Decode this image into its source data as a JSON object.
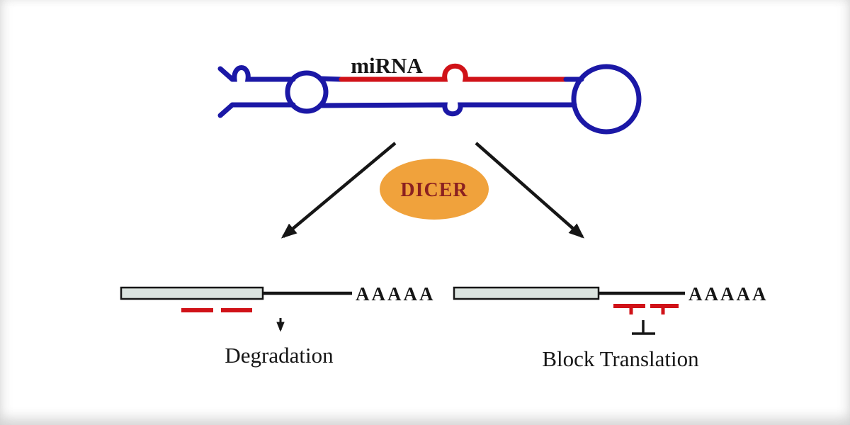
{
  "figure": {
    "type": "pathway-diagram",
    "topic": "miRNA processing by DICER leading to mRNA degradation or translational block",
    "labels": {
      "mirna": "miRNA",
      "dicer": "DICER",
      "left_polyA": "AAAAA",
      "right_polyA": "AAAAA",
      "left_outcome": "Degradation",
      "right_outcome": "Block Translation"
    }
  },
  "colors": {
    "strand_blue": "#1b18a6",
    "mirna_red": "#d01218",
    "dicer_fill": "#f0a23c",
    "dicer_text": "#8b2020",
    "ink_black": "#161616",
    "mrna_box_fill": "#dbe3df",
    "background": "#ffffff"
  }
}
